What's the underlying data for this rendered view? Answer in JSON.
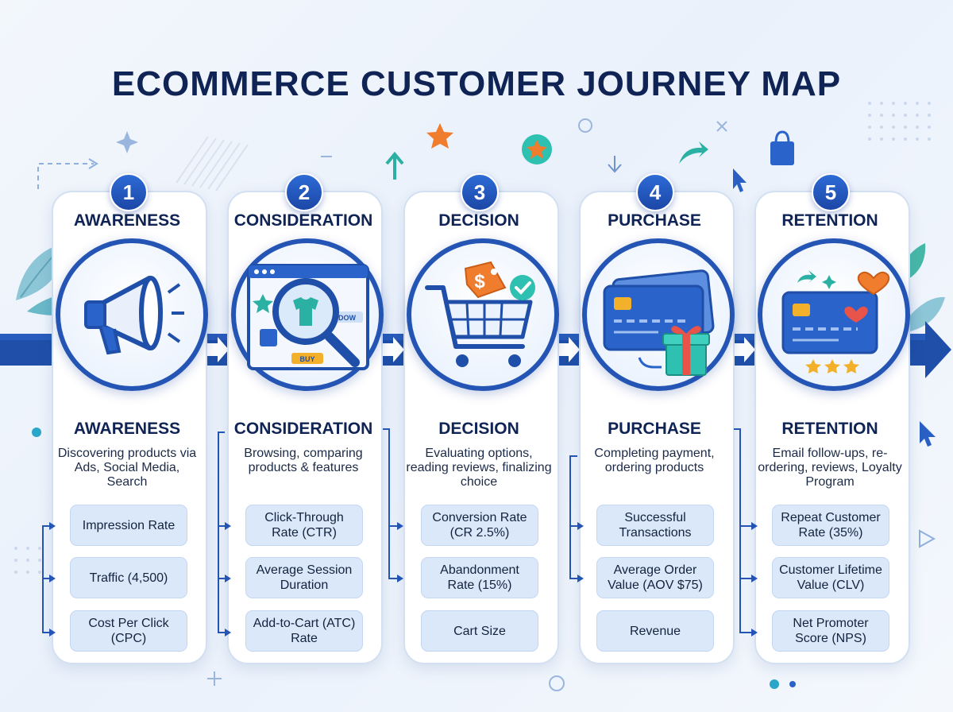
{
  "title": "ECOMMERCE CUSTOMER JOURNEY MAP",
  "stages": [
    {
      "number": "1",
      "heading": "AWARENESS",
      "name": "AWARENESS",
      "description": "Discovering products via Ads, Social Media, Search",
      "icon": "megaphone-icon",
      "metrics": [
        "Impression Rate",
        "Traffic (4,500)",
        "Cost Per Click (CPC)"
      ]
    },
    {
      "number": "2",
      "heading": "CONSIDERATION",
      "name": "CONSIDERATION",
      "description": "Browsing, comparing products & features",
      "icon": "browser-magnifier-icon",
      "icon_labels": [
        "DOW",
        "BUY"
      ],
      "metrics": [
        "Click-Through Rate (CTR)",
        "Average Session Duration",
        "Add-to-Cart (ATC) Rate"
      ]
    },
    {
      "number": "3",
      "heading": "DECISION",
      "name": "DECISION",
      "description": "Evaluating options, reading reviews, finalizing choice",
      "icon": "shopping-cart-icon",
      "icon_labels": [
        "$"
      ],
      "metrics": [
        "Conversion Rate (CR 2.5%)",
        "Abandonment Rate (15%)",
        "Cart Size"
      ]
    },
    {
      "number": "4",
      "heading": "PURCHASE",
      "name": "PURCHASE",
      "description": "Completing payment, ordering products",
      "icon": "credit-card-gift-icon",
      "metrics": [
        "Successful Transactions",
        "Average Order Value (AOV $75)",
        "Revenue"
      ]
    },
    {
      "number": "5",
      "heading": "RETENTION",
      "name": "RETENTION",
      "description": "Email follow-ups, re-ordering, reviews, Loyalty Program",
      "icon": "loyalty-card-heart-icon",
      "metrics": [
        "Repeat Customer Rate (35%)",
        "Customer Lifetime Value (CLV)",
        "Net Promoter Score (NPS)"
      ]
    }
  ],
  "colors": {
    "navy": "#0f2454",
    "primary_blue": "#2455b5",
    "metric_fill": "#dbe8fa",
    "accent_orange": "#f07c2e",
    "accent_teal": "#27b59a",
    "accent_red": "#e8534a",
    "star_gold": "#f2b02b"
  }
}
